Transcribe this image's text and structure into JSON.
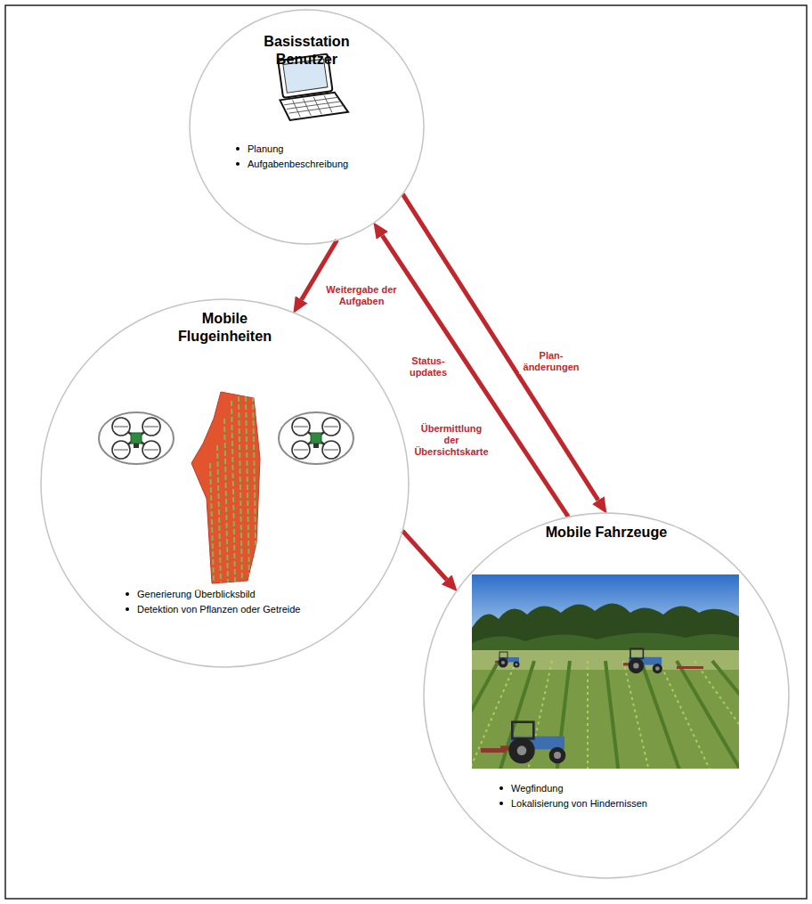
{
  "diagram": {
    "nodes": [
      {
        "text": [
          "Basisstation Benutzer",
          "Planung",
          "Aufgabenbeschreibung"
        ]
      },
      {
        "text": [
          "Mobile Flugeinheiten",
          "Generierung Überblicksbild",
          "Detektion von Pflanzen oder Getreide"
        ]
      },
      {
        "text": [
          "Mobile Fahrzeuge",
          "Wegfindung",
          "Lokalisierung von Hindernissen"
        ]
      }
    ],
    "edges": [
      {
        "from": 0,
        "to": 1,
        "arrow": "to",
        "label": "Weitergabe der Aufgaben"
      },
      {
        "from": 1,
        "to": 2,
        "arrow": "to",
        "label": "Übermittlung der Übersichtskarte"
      },
      {
        "from": 2,
        "to": 0,
        "arrow": "to",
        "label": "Status- updates"
      },
      {
        "from": 0,
        "to": 2,
        "arrow": "to",
        "label": "Plan- änderungen"
      }
    ]
  }
}
